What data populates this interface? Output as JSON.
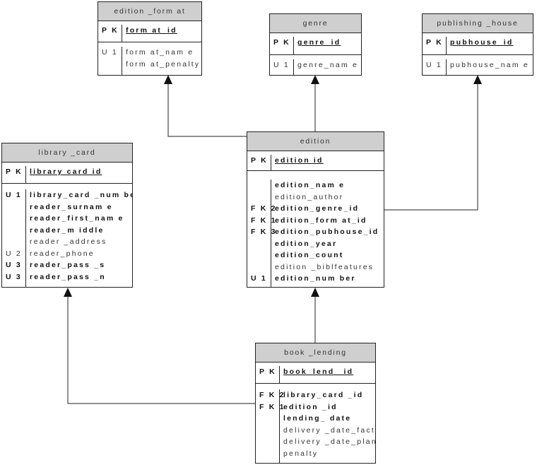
{
  "entities": {
    "edition_format": {
      "title": "edition _form at",
      "pk_key": "P K",
      "pk": [
        {
          "text": "form at_id",
          "req": true
        }
      ],
      "attrs": [
        {
          "key": "U 1",
          "text": "form at_nam e",
          "req": false
        },
        {
          "key": "",
          "text": "form at_penalty",
          "req": false
        }
      ]
    },
    "genre": {
      "title": "genre",
      "pk_key": "P K",
      "pk": [
        {
          "text": "genre_id",
          "req": true
        }
      ],
      "attrs": [
        {
          "key": "U 1",
          "text": "genre_nam e",
          "req": false
        }
      ]
    },
    "publishing_house": {
      "title": "publishing _house",
      "pk_key": "P K",
      "pk": [
        {
          "text": "pubhouse_id",
          "req": true
        }
      ],
      "attrs": [
        {
          "key": "U 1",
          "text": "pubhouse_nam e",
          "req": false
        }
      ]
    },
    "library_card": {
      "title": "library _card",
      "pk_key": "P K",
      "pk": [
        {
          "text": "library card id",
          "req": true
        }
      ],
      "attrs": [
        {
          "key": "U 1",
          "text": "library_card _num ber",
          "req": true
        },
        {
          "key": "",
          "text": "reader_surnam e",
          "req": true
        },
        {
          "key": "",
          "text": "reader_first_nam e",
          "req": true
        },
        {
          "key": "",
          "text": "reader_m iddle",
          "req": true
        },
        {
          "key": "",
          "text": "reader _address",
          "req": false
        },
        {
          "key": "U 2",
          "text": "reader_phone",
          "req": false
        },
        {
          "key": "U 3",
          "text": "reader_pass _s",
          "req": true
        },
        {
          "key": "U 3",
          "text": "reader_pass _n",
          "req": true
        }
      ]
    },
    "edition": {
      "title": "edition",
      "pk_key": "P K",
      "pk": [
        {
          "text": "edition id",
          "req": true
        }
      ],
      "attrs": [
        {
          "key": "",
          "text": "edition_nam e",
          "req": true
        },
        {
          "key": "",
          "text": "edition_author",
          "req": false
        },
        {
          "key": "F K 2",
          "text": "edition_genre_id",
          "req": true
        },
        {
          "key": "F K 1",
          "text": "edition_form at_id",
          "req": true
        },
        {
          "key": "F K 3",
          "text": "edition_pubhouse_id",
          "req": true
        },
        {
          "key": "",
          "text": "edition_year",
          "req": true
        },
        {
          "key": "",
          "text": "edition_count",
          "req": true
        },
        {
          "key": "",
          "text": "edition _biblfeatures",
          "req": false
        },
        {
          "key": "U 1",
          "text": "edition_num ber",
          "req": true
        }
      ]
    },
    "book_lending": {
      "title": "book _lending",
      "pk_key": "P K",
      "pk": [
        {
          "text": "book_lend _id",
          "req": true
        }
      ],
      "attrs": [
        {
          "key": "F K 2",
          "text": "library_card _id",
          "req": true
        },
        {
          "key": "F K 1",
          "text": "edition _id",
          "req": true
        },
        {
          "key": "",
          "text": "lending_ date",
          "req": true
        },
        {
          "key": "",
          "text": "delivery _date_fact",
          "req": false
        },
        {
          "key": "",
          "text": "delivery _date_plan",
          "req": false
        },
        {
          "key": "",
          "text": "penalty",
          "req": false
        }
      ]
    }
  },
  "colors": {
    "header_fill": "#cfcfcf",
    "stroke": "#222222",
    "background": "#ffffff"
  }
}
